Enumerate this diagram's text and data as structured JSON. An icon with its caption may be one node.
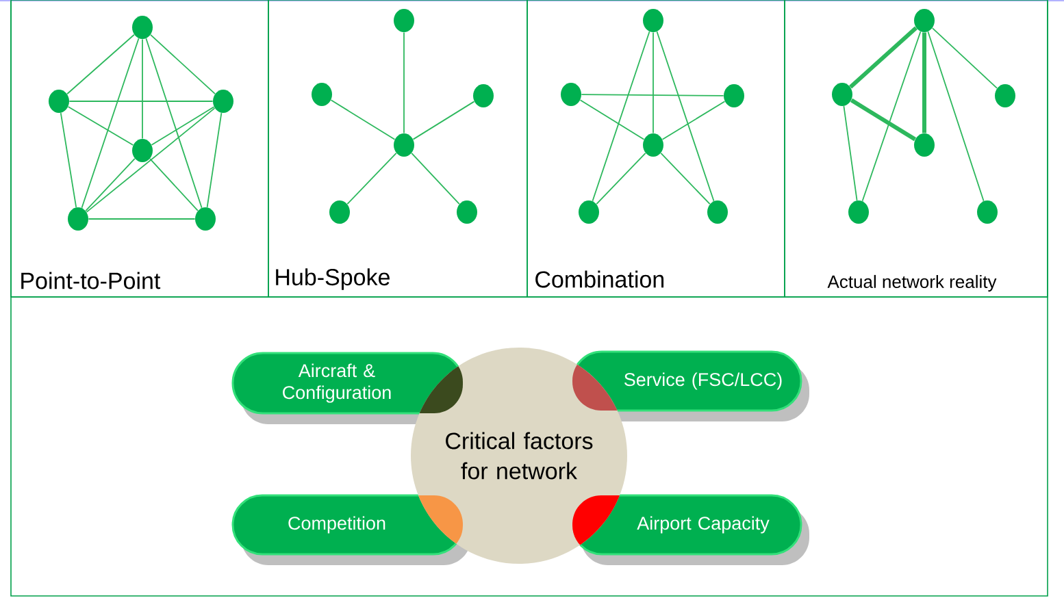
{
  "diagram": {
    "nodes": [
      {
        "text": [
          "Point-to-Point"
        ]
      },
      {
        "text": [
          "Hub-Spoke"
        ]
      },
      {
        "text": [
          "Combination"
        ]
      },
      {
        "text": [
          "Actual network reality"
        ]
      },
      {
        "text": [],
        "shape": "circle",
        "in": 0
      },
      {
        "text": [],
        "shape": "circle",
        "in": 0
      },
      {
        "text": [],
        "shape": "circle",
        "in": 0
      },
      {
        "text": [],
        "shape": "circle",
        "in": 0
      },
      {
        "text": [],
        "shape": "circle",
        "in": 0
      },
      {
        "text": [],
        "shape": "circle",
        "in": 0
      },
      {
        "text": [],
        "shape": "circle",
        "in": 1
      },
      {
        "text": [],
        "shape": "circle",
        "in": 1
      },
      {
        "text": [],
        "shape": "circle",
        "in": 1
      },
      {
        "text": [],
        "shape": "circle",
        "in": 1
      },
      {
        "text": [],
        "shape": "circle",
        "in": 1
      },
      {
        "text": [],
        "shape": "circle",
        "in": 1
      },
      {
        "text": [],
        "shape": "circle",
        "in": 2
      },
      {
        "text": [],
        "shape": "circle",
        "in": 2
      },
      {
        "text": [],
        "shape": "circle",
        "in": 2
      },
      {
        "text": [],
        "shape": "circle",
        "in": 2
      },
      {
        "text": [],
        "shape": "circle",
        "in": 2
      },
      {
        "text": [],
        "shape": "circle",
        "in": 2
      },
      {
        "text": [],
        "shape": "circle",
        "in": 3
      },
      {
        "text": [],
        "shape": "circle",
        "in": 3
      },
      {
        "text": [],
        "shape": "circle",
        "in": 3
      },
      {
        "text": [],
        "shape": "circle",
        "in": 3
      },
      {
        "text": [],
        "shape": "circle",
        "in": 3
      },
      {
        "text": [],
        "shape": "circle",
        "in": 3
      },
      {
        "text": [
          "Aircraft & Configuration"
        ]
      },
      {
        "text": [
          "Service (FSC/LCC)"
        ]
      },
      {
        "text": [
          "Critical factors for network"
        ]
      },
      {
        "text": [
          "Competition"
        ]
      },
      {
        "text": [
          "Airport Capacity"
        ]
      }
    ],
    "edges": [
      {
        "from": 4,
        "to": 5,
        "arrow": "none"
      },
      {
        "from": 4,
        "to": 6,
        "arrow": "none"
      },
      {
        "from": 4,
        "to": 7,
        "arrow": "none"
      },
      {
        "from": 4,
        "to": 8,
        "arrow": "none"
      },
      {
        "from": 4,
        "to": 9,
        "arrow": "none"
      },
      {
        "from": 5,
        "to": 6,
        "arrow": "none"
      },
      {
        "from": 5,
        "to": 7,
        "arrow": "none"
      },
      {
        "from": 5,
        "to": 8,
        "arrow": "none"
      },
      {
        "from": 6,
        "to": 7,
        "arrow": "none"
      },
      {
        "from": 6,
        "to": 8,
        "arrow": "none"
      },
      {
        "from": 6,
        "to": 9,
        "arrow": "none"
      },
      {
        "from": 7,
        "to": 8,
        "arrow": "none"
      },
      {
        "from": 7,
        "to": 9,
        "arrow": "none"
      },
      {
        "from": 8,
        "to": 9,
        "arrow": "none"
      },
      {
        "from": 13,
        "to": 10,
        "arrow": "none"
      },
      {
        "from": 13,
        "to": 11,
        "arrow": "none"
      },
      {
        "from": 13,
        "to": 12,
        "arrow": "none"
      },
      {
        "from": 13,
        "to": 14,
        "arrow": "none"
      },
      {
        "from": 13,
        "to": 15,
        "arrow": "none"
      },
      {
        "from": 16,
        "to": 19,
        "arrow": "none"
      },
      {
        "from": 16,
        "to": 20,
        "arrow": "none"
      },
      {
        "from": 16,
        "to": 21,
        "arrow": "none"
      },
      {
        "from": 17,
        "to": 18,
        "arrow": "none"
      },
      {
        "from": 17,
        "to": 19,
        "arrow": "none"
      },
      {
        "from": 18,
        "to": 19,
        "arrow": "none"
      },
      {
        "from": 19,
        "to": 20,
        "arrow": "none"
      },
      {
        "from": 19,
        "to": 21,
        "arrow": "none"
      },
      {
        "from": 22,
        "to": 23,
        "arrow": "none",
        "style": "thick"
      },
      {
        "from": 22,
        "to": 25,
        "arrow": "none",
        "style": "thick"
      },
      {
        "from": 23,
        "to": 25,
        "arrow": "none",
        "style": "thick"
      },
      {
        "from": 22,
        "to": 24,
        "arrow": "none"
      },
      {
        "from": 22,
        "to": 26,
        "arrow": "none"
      },
      {
        "from": 22,
        "to": 27,
        "arrow": "none"
      },
      {
        "from": 23,
        "to": 26,
        "arrow": "none"
      }
    ]
  }
}
